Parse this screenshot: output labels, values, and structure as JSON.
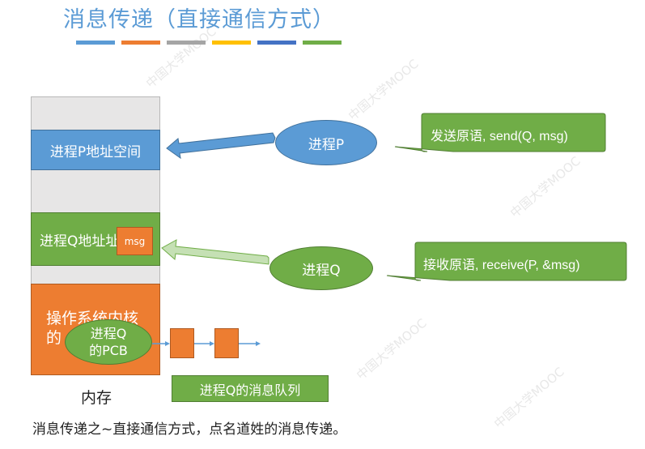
{
  "title": "消息传递（直接通信方式）",
  "title_bar_colors": [
    "#5b9bd5",
    "#ed7d31",
    "#a5a5a5",
    "#ffc000",
    "#4472c4",
    "#70ad47"
  ],
  "memory": {
    "process_p_space": "进程P地址空间",
    "process_q_space": "进程Q地址址",
    "msg_box": "msg",
    "os_kernel_line1": "操作系统内核",
    "os_kernel_line2": "的",
    "pcb_line1": "进程Q",
    "pcb_line2": "的PCB",
    "label": "内存"
  },
  "queue_label": "进程Q的消息队列",
  "ellipses": {
    "process_p": "进程P",
    "process_q": "进程Q"
  },
  "callouts": {
    "send": "发送原语, send(Q, msg)",
    "receive": "接收原语, receive(P, &msg)"
  },
  "caption": "消息传递之~直接通信方式，点名道姓的消息传递。",
  "watermark": "中国大学MOOC"
}
